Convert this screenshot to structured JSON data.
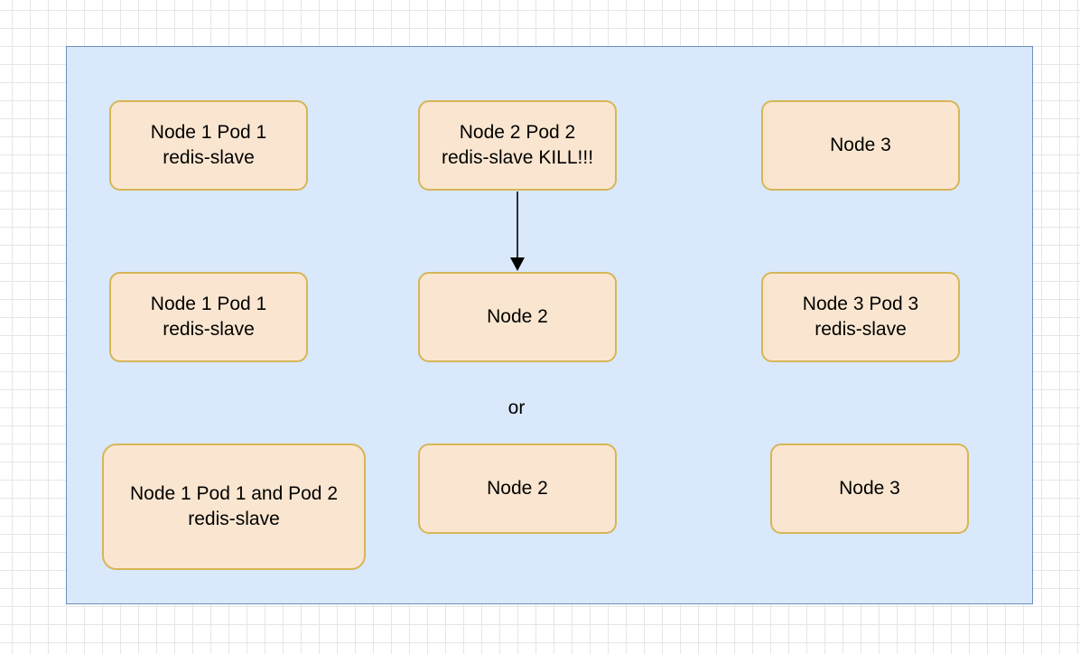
{
  "diagram": {
    "row1": {
      "node1": "Node 1 Pod 1\nredis-slave",
      "node2": "Node 2 Pod 2\nredis-slave KILL!!!",
      "node3": "Node 3"
    },
    "row2": {
      "node1": "Node 1 Pod 1\nredis-slave",
      "node2": "Node 2",
      "node3": "Node 3 Pod 3\nredis-slave"
    },
    "separator": "or",
    "row3": {
      "node1": "Node 1 Pod 1 and  Pod 2\nredis-slave",
      "node2": "Node 2",
      "node3": "Node 3"
    },
    "colors": {
      "container_fill": "#dae8fc",
      "container_stroke": "#6c8ebf",
      "node_fill": "#fae6d0",
      "node_stroke": "#d6b656",
      "arrow": "#000000"
    }
  }
}
